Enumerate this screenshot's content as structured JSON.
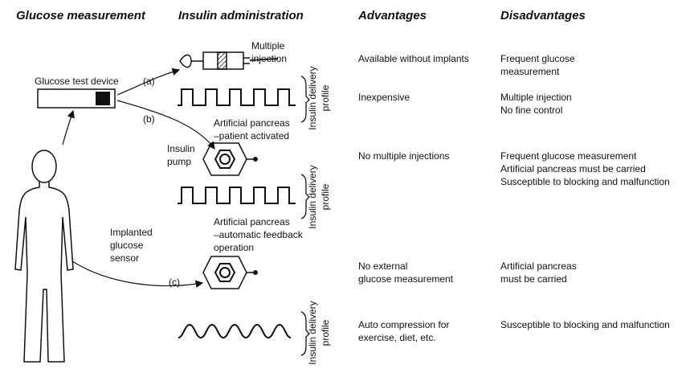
{
  "headers": {
    "glucose": "Glucose measurement",
    "insulin": "Insulin administration",
    "advantages": "Advantages",
    "disadvantages": "Disadvantages"
  },
  "diagram": {
    "multiple_injection": [
      "Multiple",
      "injection"
    ],
    "glucose_test_device": "Glucose test device",
    "label_a": "(a)",
    "label_b": "(b)",
    "label_c": "(c)",
    "pancreas_patient": [
      "Artificial pancreas",
      "–patient activated"
    ],
    "insulin_pump": [
      "Insulin",
      "pump"
    ],
    "pancreas_auto": [
      "Artificial pancreas",
      "–automatic feedback",
      "operation"
    ],
    "implanted_sensor": [
      "Implanted",
      "glucose",
      "sensor"
    ],
    "profile_label": [
      "Insulin delivery",
      "profile"
    ]
  },
  "rows": [
    {
      "advantages": [
        "Available without implants"
      ],
      "disadvantages": [
        "Frequent glucose",
        "measurement"
      ]
    },
    {
      "advantages": [
        "Inexpensive"
      ],
      "disadvantages": [
        "Multiple injection",
        "No fine control"
      ]
    },
    {
      "advantages": [
        "No multiple injections"
      ],
      "disadvantages": [
        "Frequent glucose measurement",
        "Artificial pancreas must be carried",
        "Susceptible to blocking and malfunction"
      ]
    },
    {
      "advantages": [
        "No external",
        "glucose measurement"
      ],
      "disadvantages": [
        "Artificial pancreas",
        "must be carried"
      ]
    },
    {
      "advantages": [
        "Auto compression for",
        "exercise, diet, etc."
      ],
      "disadvantages": [
        "Susceptible to blocking and malfunction"
      ]
    }
  ]
}
